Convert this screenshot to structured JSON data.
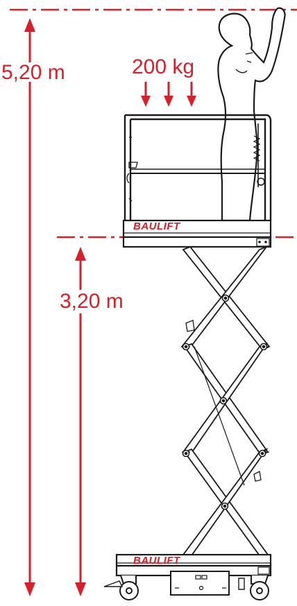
{
  "diagram": {
    "max_working_height": "5,20 m",
    "max_platform_height": "3,20 m",
    "platform_load": "200 kg",
    "brand_platform": "BAULIFT",
    "brand_base": "BAULIFT"
  },
  "colors": {
    "accent": "#d6202a",
    "line": "#1a1a1a"
  }
}
